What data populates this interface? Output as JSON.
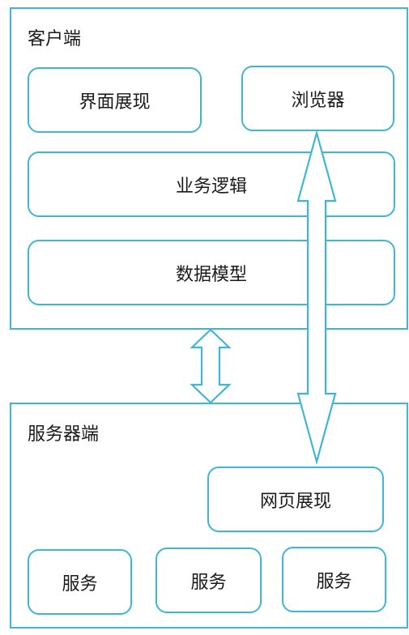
{
  "colors": {
    "stroke": "#3fb6d6",
    "text": "#1a1a1a",
    "background": "#ffffff"
  },
  "client": {
    "title": "客户端",
    "ui": "界面展现",
    "browser": "浏览器",
    "logic": "业务逻辑",
    "model": "数据模型"
  },
  "server": {
    "title": "服务器端",
    "web": "网页展现",
    "services": [
      "服务",
      "服务",
      "服务"
    ]
  },
  "icons": {
    "client_server_link": "double-arrow-vertical",
    "browser_web_link": "double-arrow-vertical"
  }
}
